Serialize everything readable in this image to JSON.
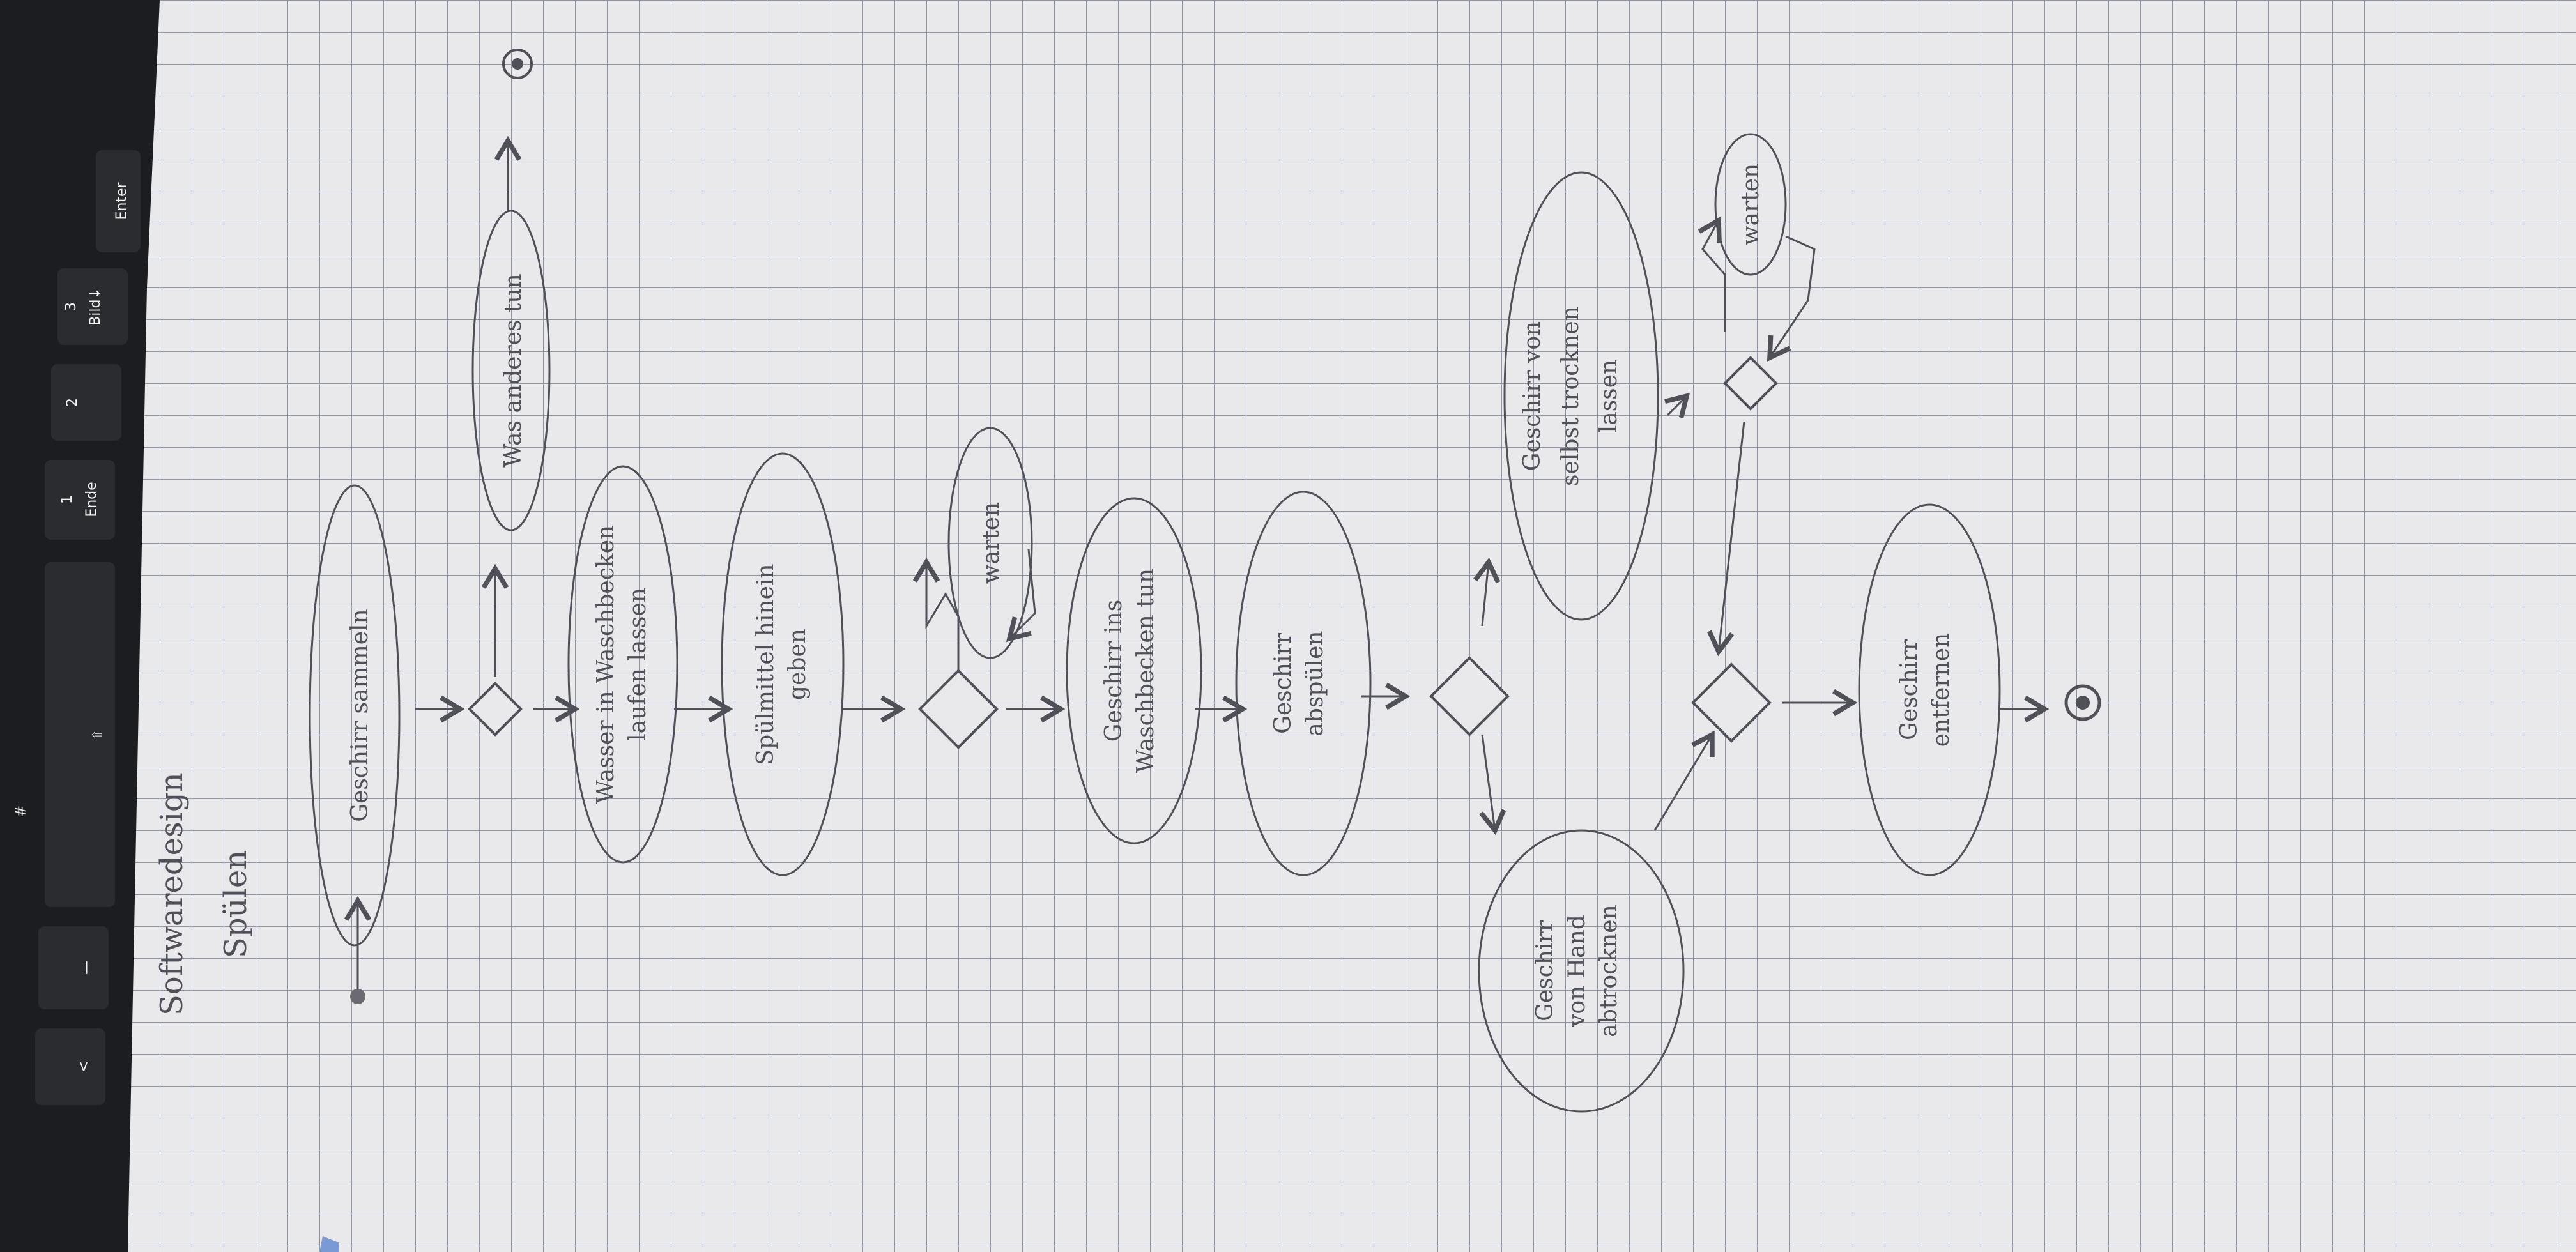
{
  "heading": {
    "title": "Softwaredesign",
    "subtitle": "Spülen"
  },
  "nodes": {
    "a1": {
      "label": "Geschirr sammeln"
    },
    "a2": {
      "label": "Was anderes tun"
    },
    "a3": {
      "line1": "Wasser in Waschbecken",
      "line2": "laufen lassen"
    },
    "a4": {
      "line1": "Spülmittel hinein",
      "line2": "geben"
    },
    "a5": {
      "label": "warten"
    },
    "a6": {
      "line1": "Geschirr ins",
      "line2": "Waschbecken tun"
    },
    "a7": {
      "line1": "Geschirr",
      "line2": "abspülen"
    },
    "a8": {
      "line1": "Geschirr",
      "line2": "von Hand",
      "line3": "abtrocknen"
    },
    "a9": {
      "line1": "Geschirr von",
      "line2": "selbst trocknen",
      "line3": "lassen"
    },
    "a10": {
      "label": "warten"
    },
    "a11": {
      "line1": "Geschirr",
      "line2": "entfernen"
    }
  },
  "keyboard": {
    "keys": [
      "Enter",
      "3",
      "Bild↓",
      "2",
      "1",
      "Ende",
      "⇧",
      "#",
      "—",
      "<"
    ]
  },
  "colors": {
    "paper": "#e9e9ec",
    "grid": "#8d96a6",
    "pencil": "#505058",
    "keyboard": "#1c1d20",
    "key": "#2b2c30"
  }
}
